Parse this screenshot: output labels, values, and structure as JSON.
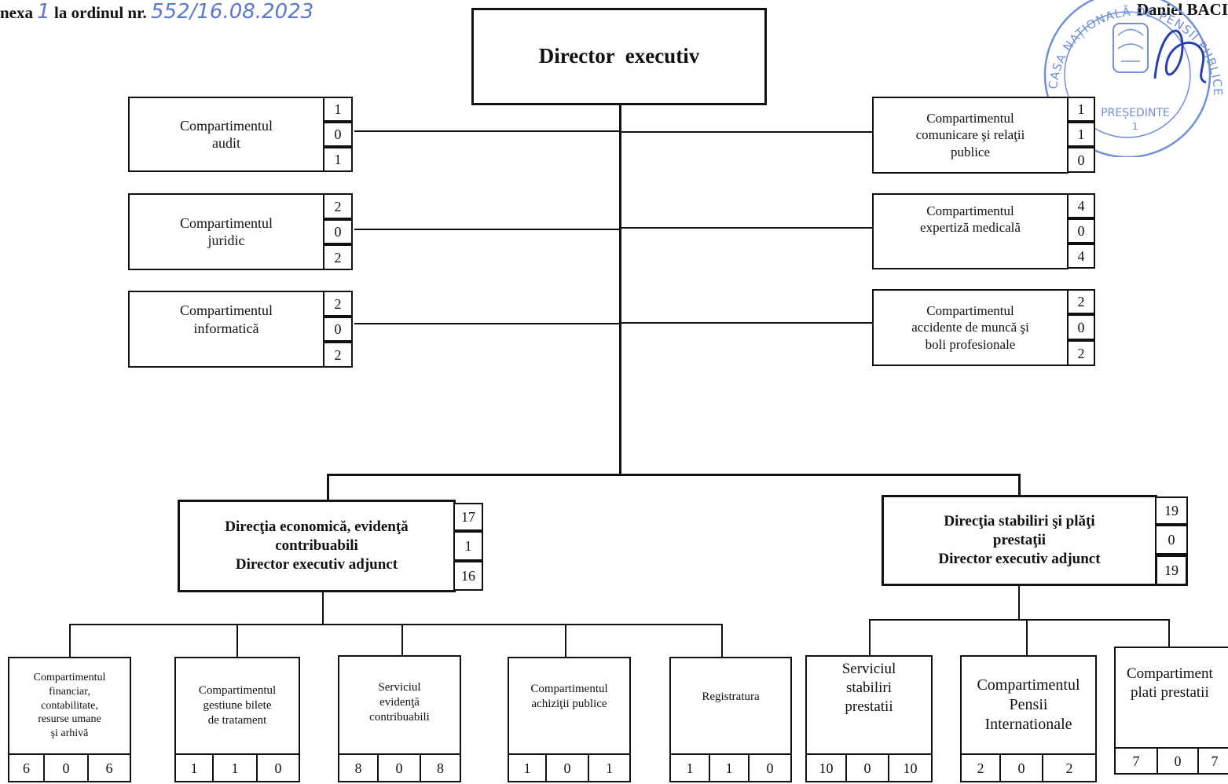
{
  "header": {
    "left_prefix": "nexa",
    "left_hand_1": "1",
    "left_middle": "la ordinul nr.",
    "left_hand_2": "552/16.08.2023",
    "right_name": "Daniel BACI"
  },
  "stamp": {
    "arc_top": "CASA NAȚIONALĂ DE PENSII PUBLICE",
    "center_1": "PREȘEDINTE",
    "center_2": "1"
  },
  "director": {
    "title": "Director  executiv"
  },
  "left_compartments": [
    {
      "label": "Compartimentul\naudit",
      "values": [
        "1",
        "0",
        "1"
      ]
    },
    {
      "label": "Compartimentul\njuridic",
      "values": [
        "2",
        "0",
        "2"
      ]
    },
    {
      "label": "Compartimentul\ninformatică",
      "values": [
        "2",
        "0",
        "2"
      ]
    }
  ],
  "right_compartments": [
    {
      "label": "Compartimentul\ncomunicare şi relaţii\npublice",
      "values": [
        "1",
        "1",
        "0"
      ]
    },
    {
      "label": "Compartimentul\nexpertiză medicală",
      "values": [
        "4",
        "0",
        "4"
      ]
    },
    {
      "label": "Compartimentul\naccidente de muncă şi\nboli profesionale",
      "values": [
        "2",
        "0",
        "2"
      ]
    }
  ],
  "directions": [
    {
      "label": "Direcţia economică, evidenţă\ncontribuabili\nDirector executiv adjunct",
      "values": [
        "17",
        "1",
        "16"
      ]
    },
    {
      "label": "Direcţia stabiliri şi plăţi\nprestaţii\nDirector executiv adjunct",
      "values": [
        "19",
        "0",
        "19"
      ]
    }
  ],
  "sub_units": [
    {
      "label": "Compartimentul\nfinanciar,\ncontabilitate,\nresurse umane\nşi arhivă",
      "values": [
        "6",
        "0",
        "6"
      ]
    },
    {
      "label": "Compartimentul\ngestiune bilete\nde tratament",
      "values": [
        "1",
        "1",
        "0"
      ]
    },
    {
      "label": "Serviciul\nevidenţă\ncontribuabili",
      "values": [
        "8",
        "0",
        "8"
      ]
    },
    {
      "label": "Compartimentul\nachiziţii publice",
      "values": [
        "1",
        "0",
        "1"
      ]
    },
    {
      "label": "Registratura",
      "values": [
        "1",
        "1",
        "0"
      ]
    },
    {
      "label": "Serviciul\nstabiliri\nprestatii",
      "values": [
        "10",
        "0",
        "10"
      ]
    },
    {
      "label": "Compartimentul\nPensii\nInternationale",
      "values": [
        "2",
        "0",
        "2"
      ]
    },
    {
      "label": "Compartiment\nplati prestatii",
      "values": [
        "7",
        "0",
        "7"
      ]
    }
  ]
}
